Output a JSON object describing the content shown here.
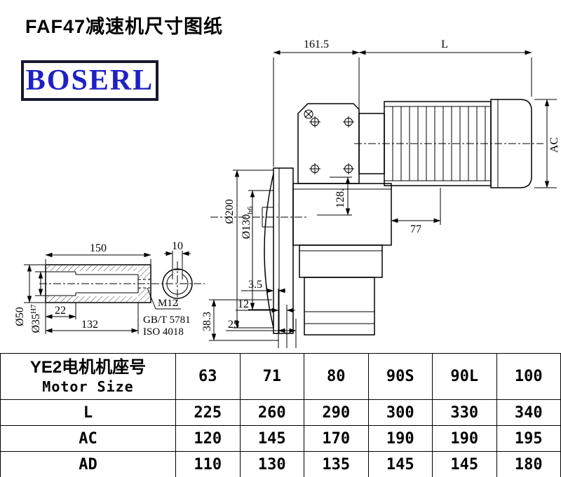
{
  "page": {
    "title": "FAF47减速机尺寸图纸",
    "logo_text": "BOSERL"
  },
  "dims": {
    "top_left": "161.5",
    "top_right": "L",
    "motor_height": "AC",
    "flange_od": "Ø200",
    "spigot_d": "Ø130",
    "spigot_tol": "h6",
    "axis_h": "128.",
    "motor_offset": "77",
    "gap": "3.5",
    "step12": "12",
    "step25": "25",
    "depth383": "38.3",
    "shaft_len": "150",
    "key_w": "10",
    "shaft_od": "Ø50",
    "bore_d": "Ø35",
    "bore_tol": "H7",
    "bore22": "22",
    "bore132": "132",
    "thread": "M12",
    "std_gb": "GB/T 5781",
    "std_iso": "ISO 4018"
  },
  "table": {
    "header": {
      "line1": "YE2电机机座号",
      "line2": "Motor Size"
    },
    "sizes": [
      "63",
      "71",
      "80",
      "90S",
      "90L",
      "100"
    ],
    "rows": [
      {
        "label": "L",
        "values": [
          "225",
          "260",
          "290",
          "300",
          "330",
          "340"
        ]
      },
      {
        "label": "AC",
        "values": [
          "120",
          "145",
          "170",
          "190",
          "190",
          "195"
        ]
      },
      {
        "label": "AD",
        "values": [
          "110",
          "130",
          "135",
          "145",
          "145",
          "180"
        ]
      }
    ]
  }
}
